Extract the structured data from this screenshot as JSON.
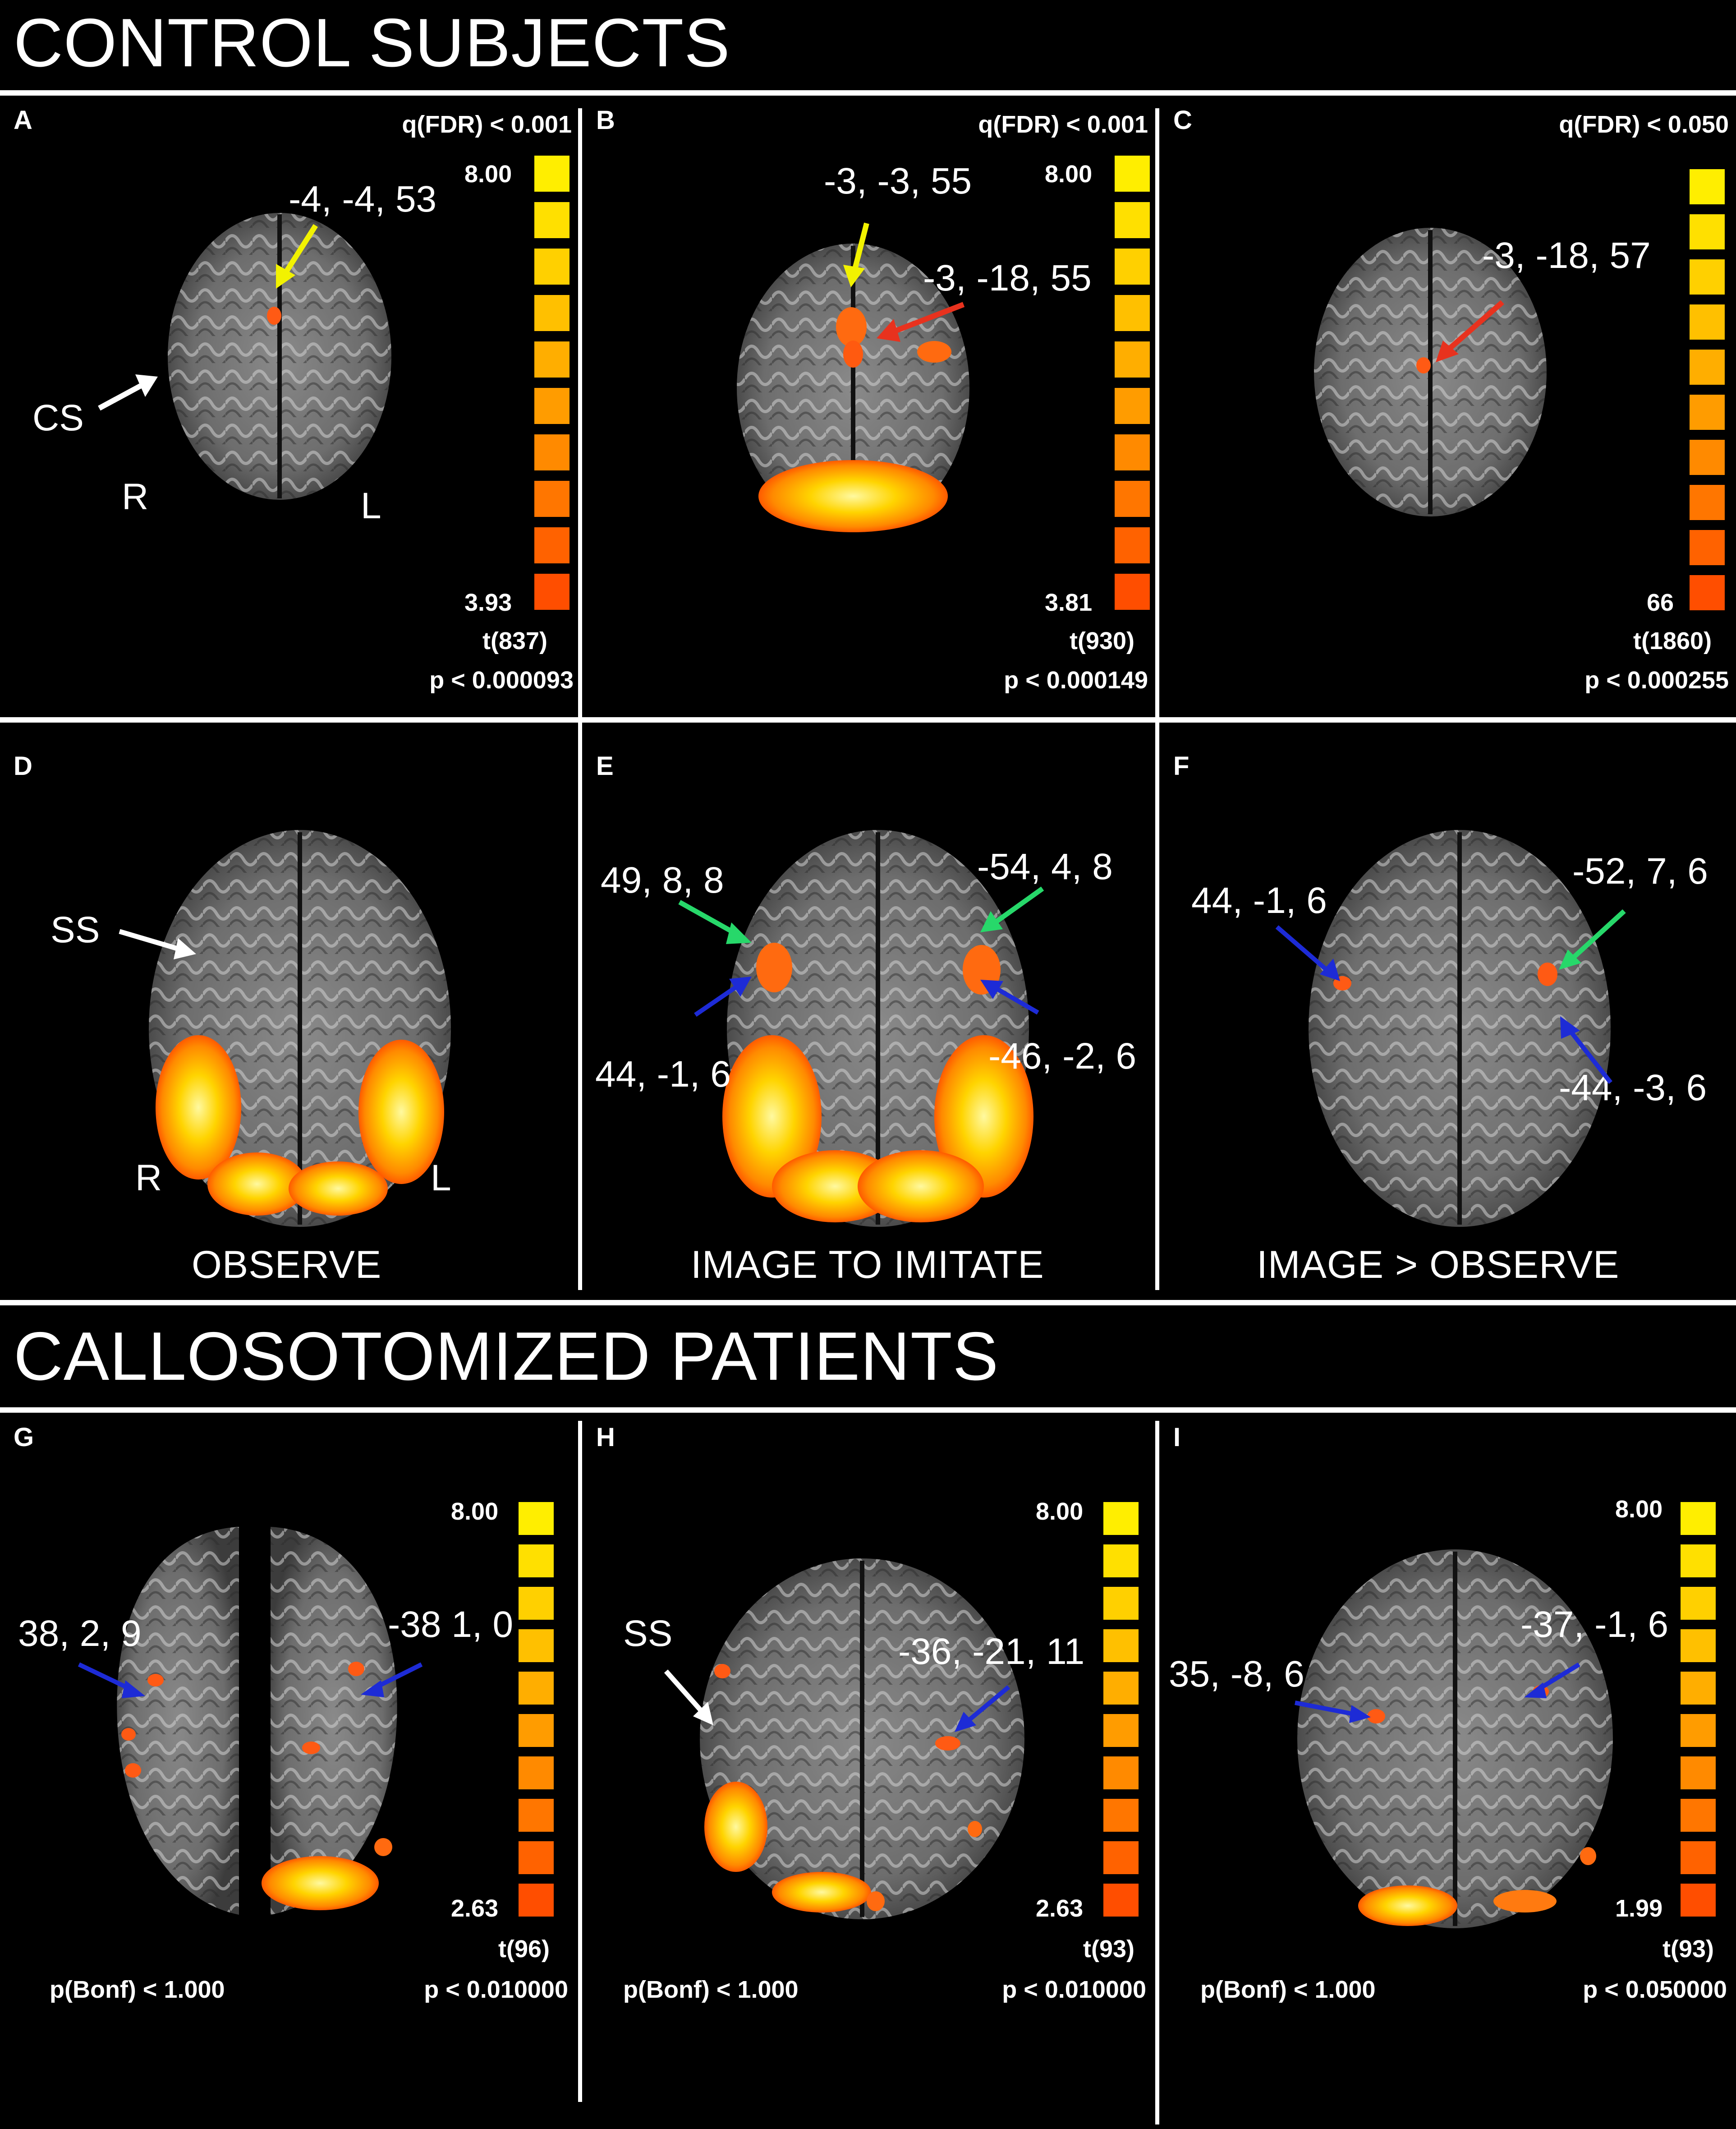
{
  "sections": {
    "control_title": "CONTROL SUBJECTS",
    "patients_title": "CALLOSOTOMIZED PATIENTS"
  },
  "panels": {
    "A": {
      "label": "A",
      "fdr": "q(FDR) < 0.001",
      "max": "8.00",
      "min": "3.93",
      "t": "t(837)",
      "p": "p < 0.000093",
      "coords": [
        "-4, -4, 53"
      ],
      "marks": [
        "CS",
        "R",
        "L"
      ]
    },
    "B": {
      "label": "B",
      "fdr": "q(FDR) < 0.001",
      "max": "8.00",
      "min": "3.81",
      "t": "t(930)",
      "p": "p < 0.000149",
      "coords": [
        "-3, -3, 55",
        "-3, -18, 55"
      ]
    },
    "C": {
      "label": "C",
      "fdr": "q(FDR) < 0.050",
      "max": "",
      "min": "66",
      "t": "t(1860)",
      "p": "p < 0.000255",
      "coords": [
        "-3, -18, 57"
      ]
    },
    "D": {
      "label": "D",
      "caption": "OBSERVE",
      "marks": [
        "SS",
        "R",
        "L"
      ]
    },
    "E": {
      "label": "E",
      "caption": "IMAGE TO IMITATE",
      "coords": [
        "49, 8, 8",
        "-54, 4, 8",
        "44, -1, 6",
        "-46, -2, 6"
      ]
    },
    "F": {
      "label": "F",
      "caption": "IMAGE > OBSERVE",
      "coords": [
        "44, -1, 6",
        "-52, 7, 6",
        "-44, -3, 6"
      ]
    },
    "G": {
      "label": "G",
      "max": "8.00",
      "min": "2.63",
      "t": "t(96)",
      "bonf": "p(Bonf) < 1.000",
      "p": "p < 0.010000",
      "coords": [
        "38, 2, 9",
        "-38 1, 0"
      ]
    },
    "H": {
      "label": "H",
      "max": "8.00",
      "min": "2.63",
      "t": "t(93)",
      "bonf": "p(Bonf) < 1.000",
      "p": "p < 0.010000",
      "coords": [
        "-36, -21, 11"
      ],
      "marks": [
        "SS"
      ]
    },
    "I": {
      "label": "I",
      "max": "8.00",
      "min": "1.99",
      "t": "t(93)",
      "bonf": "p(Bonf) < 1.000",
      "p": "p < 0.050000",
      "coords": [
        "-37, -1, 6",
        "35, -8, 6"
      ]
    }
  },
  "colors": {
    "arrow_yellow": "#f2f200",
    "arrow_red": "#e8321e",
    "arrow_green": "#27d86a",
    "arrow_blue": "#1d2bd6",
    "arrow_white": "#ffffff",
    "scale": [
      "#ffee00",
      "#ffe000",
      "#ffd000",
      "#ffc000",
      "#ffae00",
      "#ff9c00",
      "#ff8a00",
      "#ff7600",
      "#ff6200",
      "#ff4e00"
    ]
  }
}
